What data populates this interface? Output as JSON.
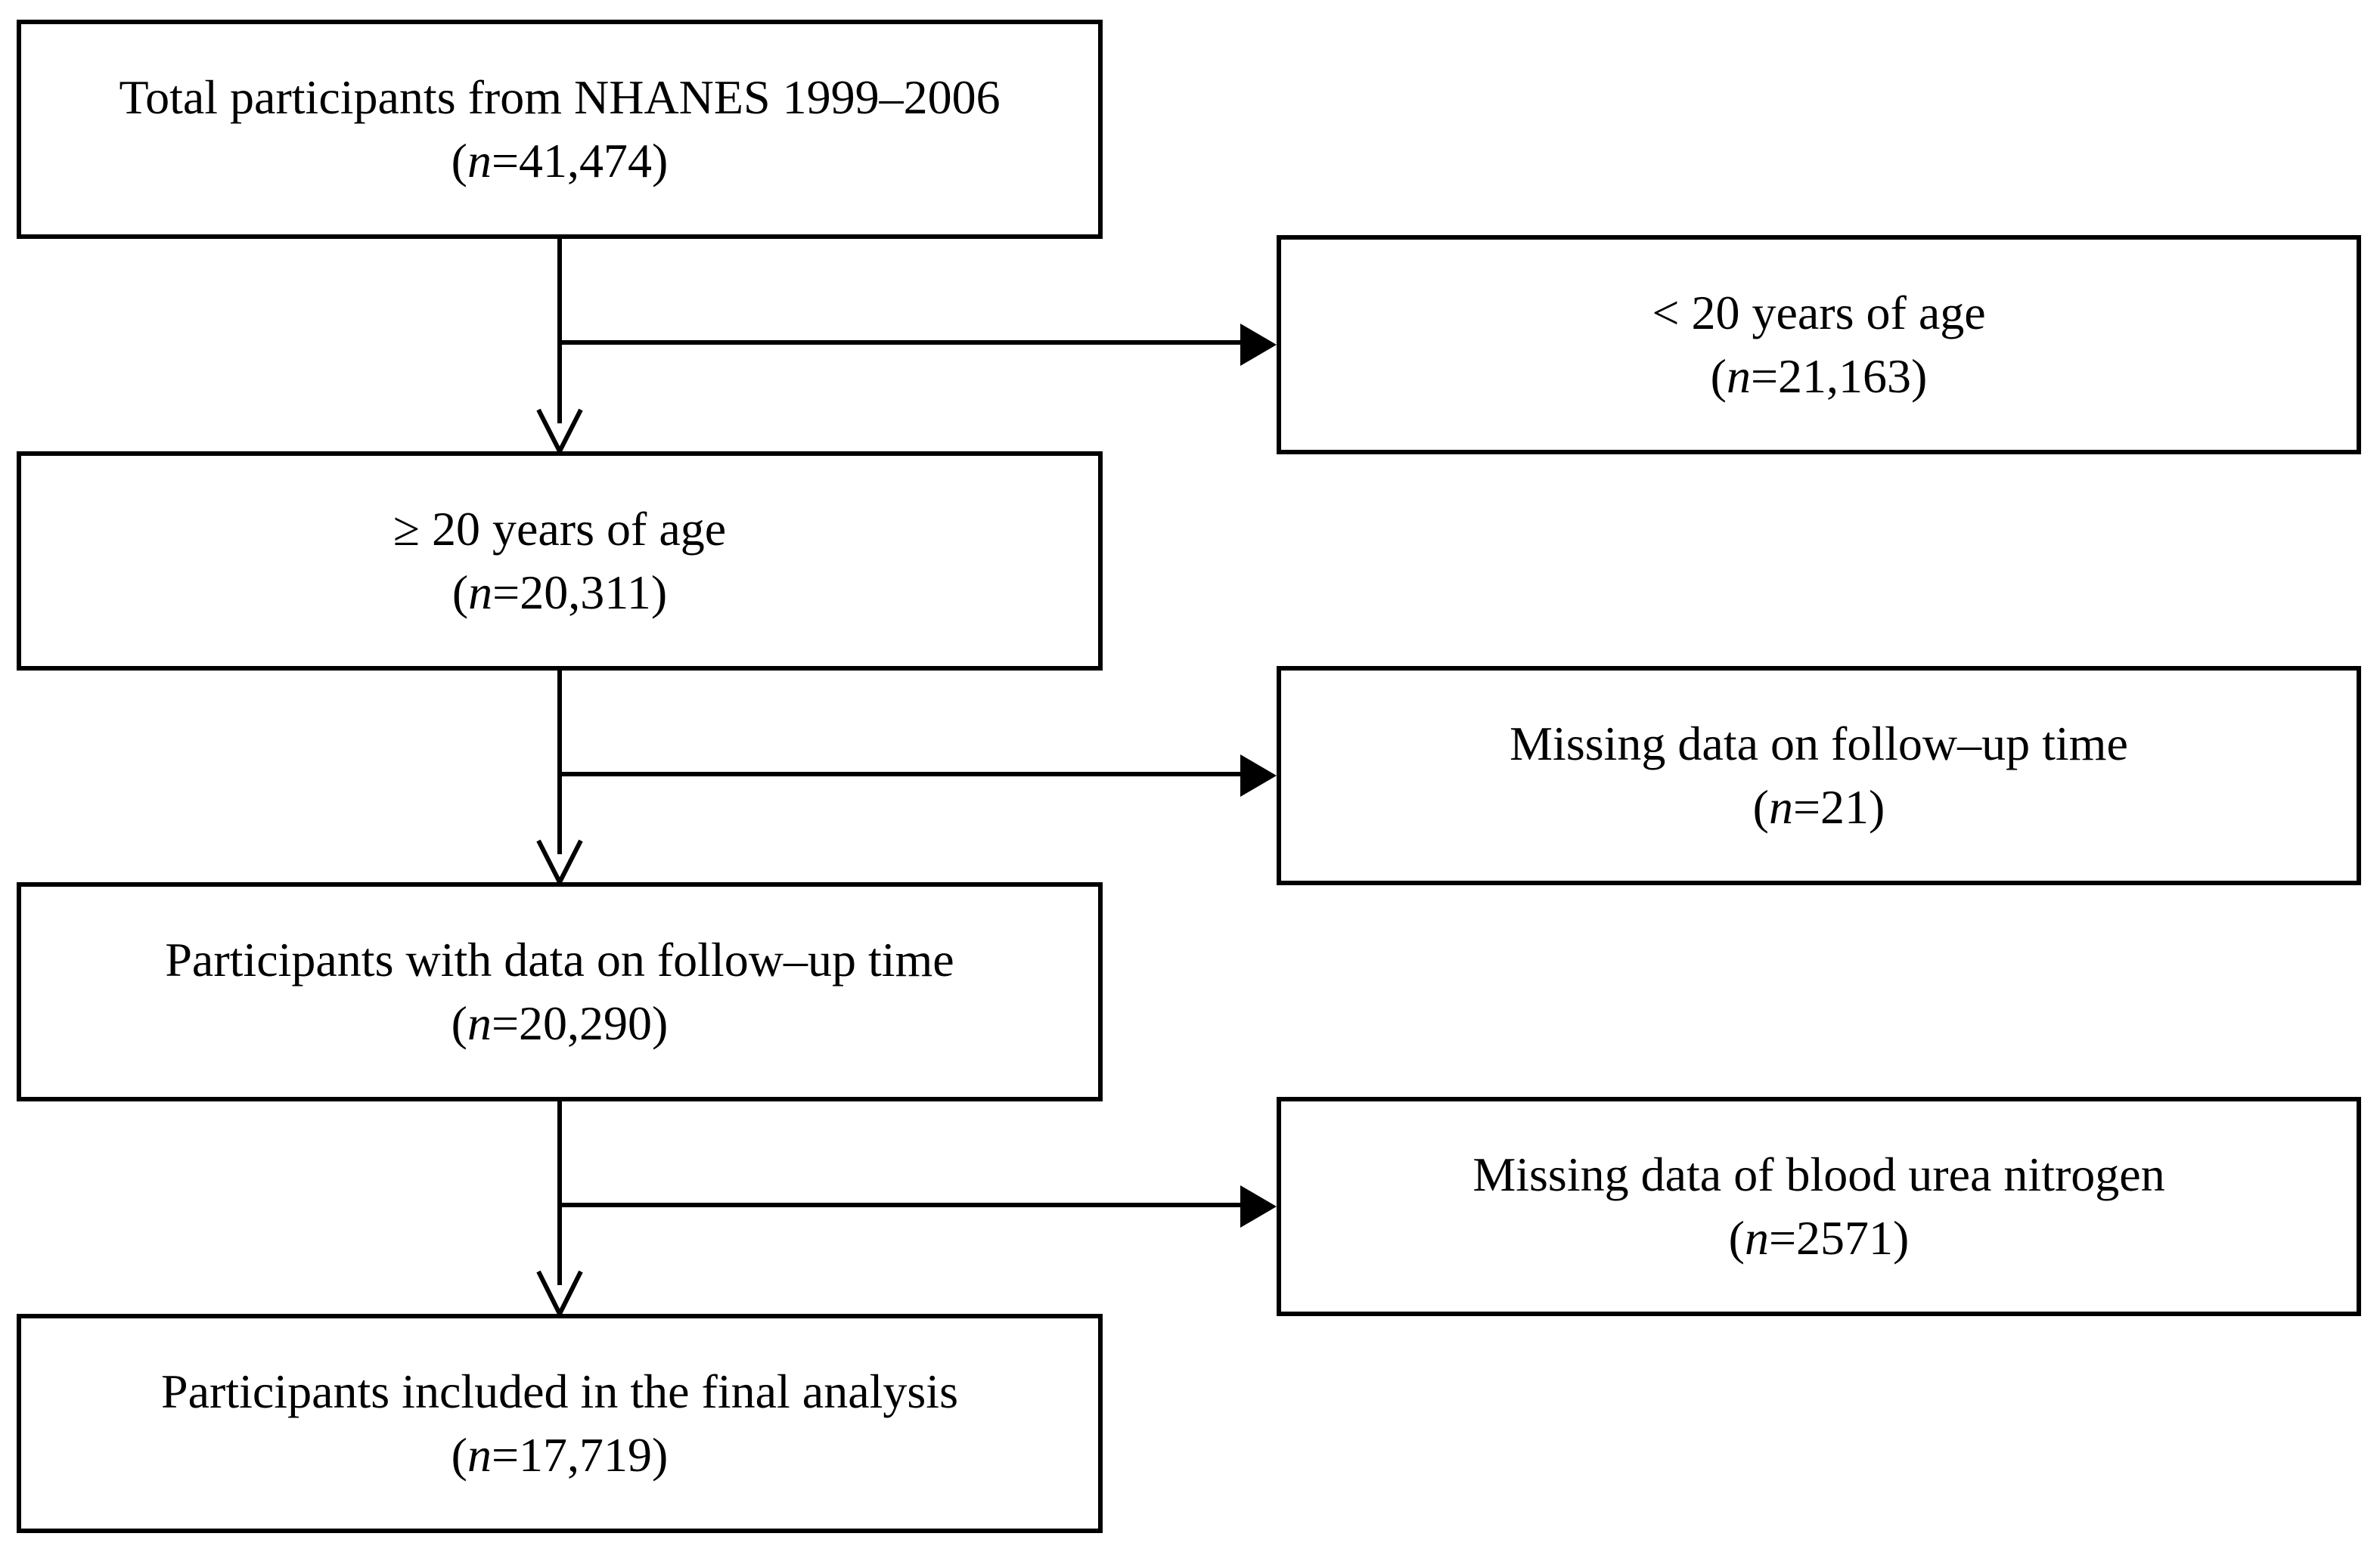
{
  "flow": {
    "total": {
      "label": "Total participants from NHANES 1999–2006",
      "n_prefix": "(",
      "n_var": "n",
      "n_value": "=41,474)"
    },
    "under20": {
      "label": "< 20 years of age",
      "n_prefix": "(",
      "n_var": "n",
      "n_value": "=21,163)"
    },
    "adult": {
      "label": "≥ 20 years of age",
      "n_prefix": "(",
      "n_var": "n",
      "n_value": "=20,311)"
    },
    "missing_followup": {
      "label": "Missing data on follow–up time",
      "n_prefix": "(",
      "n_var": "n",
      "n_value": "=21)"
    },
    "with_followup": {
      "label": "Participants with data on follow–up time",
      "n_prefix": "(",
      "n_var": "n",
      "n_value": "=20,290)"
    },
    "missing_bun": {
      "label": "Missing data of blood urea nitrogen",
      "n_prefix": "(",
      "n_var": "n",
      "n_value": "=2571)"
    },
    "final": {
      "label": "Participants included in the final analysis",
      "n_prefix": "(",
      "n_var": "n",
      "n_value": "=17,719)"
    }
  },
  "colors": {
    "stroke": "#000000",
    "background": "#ffffff"
  }
}
